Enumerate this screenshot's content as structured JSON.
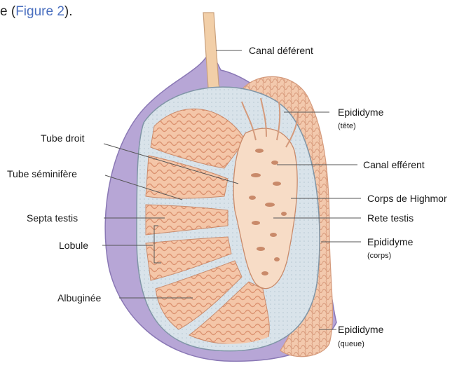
{
  "caption": {
    "prefix": "e (",
    "link": "Figure 2",
    "suffix": ")."
  },
  "labels": {
    "canal_deferent": "Canal déférent",
    "epididyme_tete": "Epididyme",
    "epididyme_tete_sub": "(tête)",
    "tube_droit": "Tube droit",
    "canal_efferent": "Canal efférent",
    "tube_seminifere": "Tube séminifère",
    "corps_highmore": "Corps de Highmor",
    "septa_testis": "Septa testis",
    "rete_testis": "Rete testis",
    "lobule": "Lobule",
    "epididyme_corps": "Epididyme",
    "epididyme_corps_sub": "(corps)",
    "albuginee": "Albuginée",
    "epididyme_queue": "Epididyme",
    "epididyme_queue_sub": "(queue)"
  },
  "colors": {
    "tunica_vaginalis": "#b7a6d6",
    "tunica_outline": "#8a78b5",
    "albuginea": "#d9e3ea",
    "lobule_fill": "#f4c6a8",
    "tubule_stroke": "#d98c6a",
    "epididymis": "#f3c9ad",
    "vas_deferens": "#f2cfa8"
  }
}
